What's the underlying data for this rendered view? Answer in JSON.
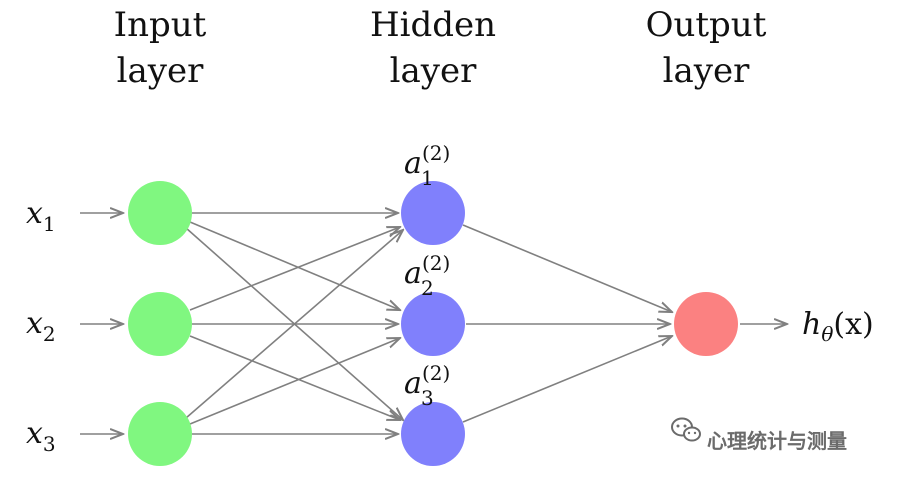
{
  "layers": {
    "input": {
      "line1": "Input",
      "line2": "layer"
    },
    "hidden": {
      "line1": "Hidden",
      "line2": "layer"
    },
    "output": {
      "line1": "Output",
      "line2": "layer"
    }
  },
  "inputs": [
    {
      "var": "x",
      "sub": "1"
    },
    {
      "var": "x",
      "sub": "2"
    },
    {
      "var": "x",
      "sub": "3"
    }
  ],
  "hidden_units": [
    {
      "var": "a",
      "sub": "1",
      "sup": "(2)"
    },
    {
      "var": "a",
      "sub": "2",
      "sup": "(2)"
    },
    {
      "var": "a",
      "sub": "3",
      "sup": "(2)"
    }
  ],
  "output": {
    "func": "h",
    "sub": "θ",
    "arg": "(x)"
  },
  "colors": {
    "input_node": "#80f780",
    "hidden_node": "#8080fc",
    "output_node": "#fb8181",
    "edge": "#808080"
  },
  "watermark": {
    "icon": "wechat-icon",
    "text": "心理统计与测量"
  }
}
